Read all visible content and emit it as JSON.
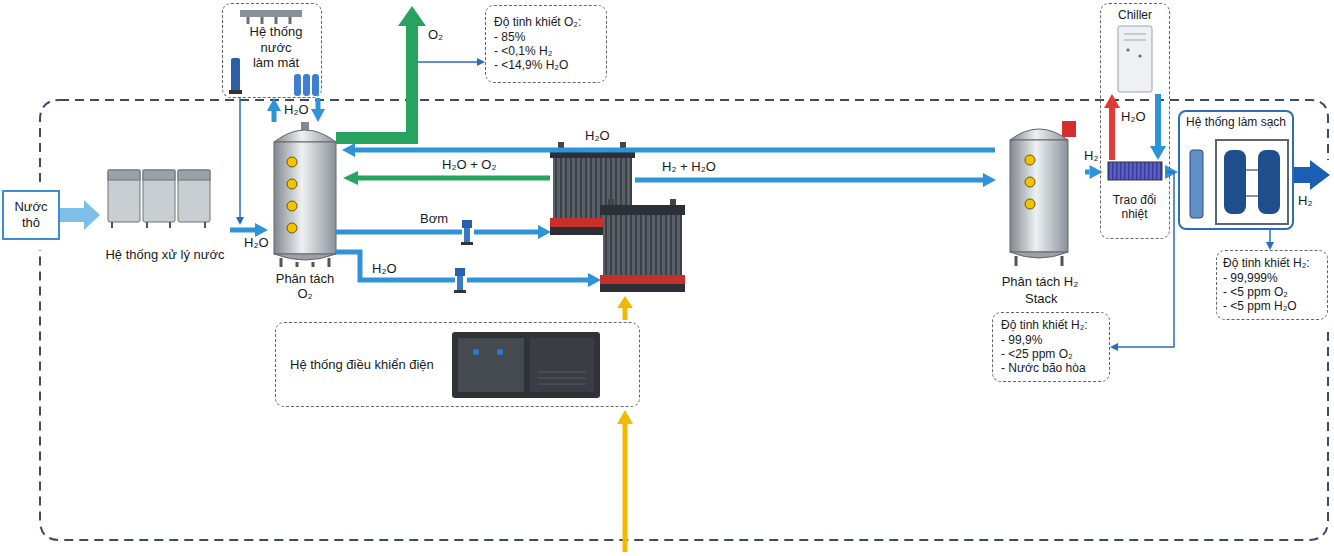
{
  "diagram": {
    "nodes": [
      {
        "text": [
          "Nước thô"
        ]
      },
      {
        "text": [
          "Hệ thống xử lý nước"
        ]
      },
      {
        "text": [
          "Hệ thống nước làm mát"
        ]
      },
      {
        "text": [
          "Phân tách O₂"
        ]
      },
      {
        "text": [
          "Độ tinh khiết O₂:",
          "- 85%",
          "- <0,1% H₂",
          "- <14,9% H₂O"
        ]
      },
      {
        "text": [
          "Phân tách H₂"
        ]
      },
      {
        "text": [
          "Chiller"
        ]
      },
      {
        "text": [
          "Trao đổi nhiệt"
        ],
        "in": 6
      },
      {
        "text": [
          "Độ tinh khiết H₂:",
          "- 99,9%",
          "- <25 ppm O₂",
          "- Nước bão hòa"
        ]
      },
      {
        "text": [
          "Hệ thống làm sạch"
        ]
      },
      {
        "text": [
          "Độ tinh khiết H₂:",
          "- 99,999%",
          "- <5 ppm O₂",
          "- <5 ppm H₂O"
        ]
      },
      {
        "text": [
          "Hệ thống điều khiển điện"
        ]
      }
    ],
    "edges": [
      {
        "from": 0,
        "to": 1,
        "arrow": "to"
      },
      {
        "from": 1,
        "to": 3,
        "label": "H₂O",
        "arrow": "to"
      },
      {
        "from": 3,
        "to": 2,
        "label": "H₂O",
        "arrow": "to"
      },
      {
        "from": 2,
        "to": 3,
        "arrow": "to"
      },
      {
        "from": 3,
        "to": 4,
        "arrow": "to"
      },
      {
        "from": 5,
        "to": 3,
        "label": "H₂O",
        "arrow": "to"
      },
      {
        "from": 5,
        "to": 7,
        "label": "H₂",
        "arrow": "to"
      },
      {
        "from": 7,
        "to": 9,
        "arrow": "to"
      },
      {
        "from": 7,
        "to": 8,
        "arrow": "to"
      },
      {
        "from": 9,
        "to": 10,
        "arrow": "to"
      }
    ],
    "labels": [
      "O₂",
      "H₂O + O₂",
      "H₂ + H₂O",
      "Bơm",
      "H₂O",
      "Stack",
      "H₂O",
      "H₂"
    ]
  }
}
